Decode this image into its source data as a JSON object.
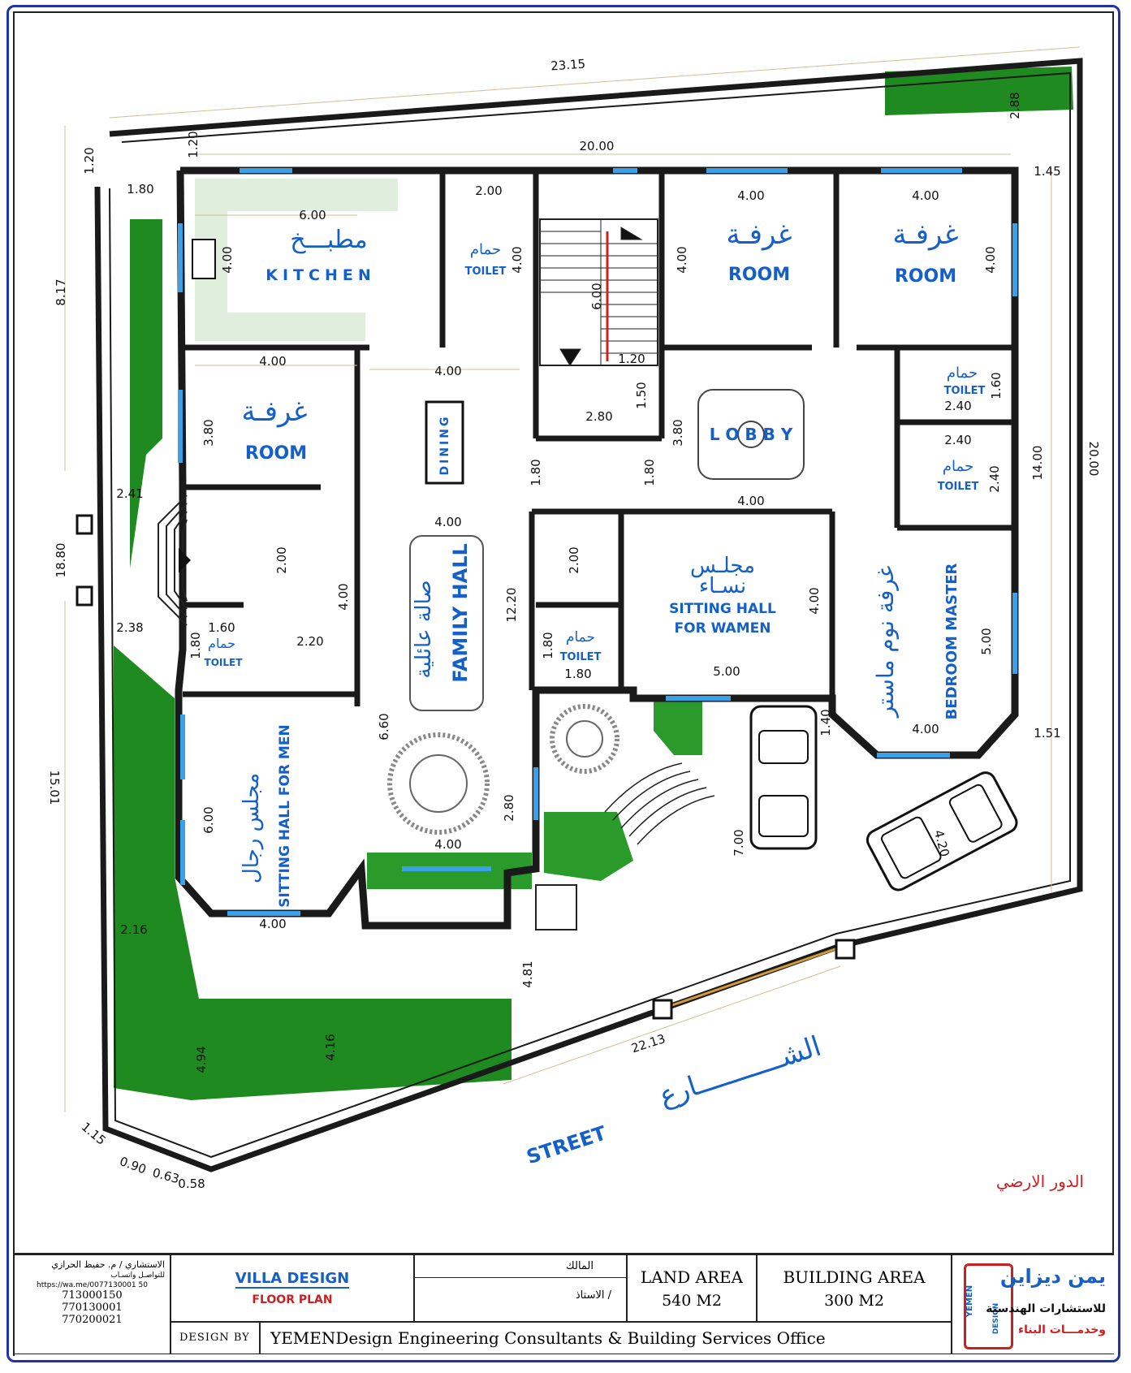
{
  "rooms": {
    "kitchen": {
      "ar": "مطبـــخ",
      "en": "KITCHEN"
    },
    "toilet_top": {
      "ar": "حمام",
      "en": "TOILET"
    },
    "room_top_1": {
      "ar": "غرفـة",
      "en": "ROOM"
    },
    "room_top_2": {
      "ar": "غرفـة",
      "en": "ROOM"
    },
    "room_left": {
      "ar": "غرفـة",
      "en": "ROOM"
    },
    "dining": {
      "en": "DINING"
    },
    "lobby": {
      "en": "L O B B Y"
    },
    "toilet_lobby_1": {
      "ar": "حمام",
      "en": "TOILET"
    },
    "toilet_lobby_2": {
      "ar": "حمام",
      "en": "TOILET"
    },
    "family_hall": {
      "ar": "صالة عائلية",
      "en": "FAMILY HALL"
    },
    "sitting_women": {
      "ar1": "مجلـس",
      "ar2": "نسـاء",
      "en1": "SITTING HALL",
      "en2": "FOR WAMEN"
    },
    "toilet_women": {
      "ar": "حمام",
      "en": "TOILET"
    },
    "bedroom_master": {
      "ar": "غرفة نوم ماستر",
      "en": "BEDROOM MASTER"
    },
    "toilet_men": {
      "ar": "حمام",
      "en": "TOILET"
    },
    "sitting_men": {
      "ar": "مجلس رجال",
      "en": "SITTING HALL FOR MEN"
    }
  },
  "street": {
    "ar": "الشـــــــــــارع",
    "en": "STREET"
  },
  "floor_label": "الدور الارضي",
  "dimensions": {
    "top_width": "23.15",
    "inner_width": "20.00",
    "right_gap": "2.88",
    "top_left_gap": "1.20",
    "left_gap_1": "1.20",
    "left_gap_2": "1.80",
    "kitchen_w": "6.00",
    "kitchen_h": "4.00",
    "toilet_top_w": "2.00",
    "toilet_top_h": "4.00",
    "stair_h": "6.00",
    "stair_w_small": "1.20",
    "stair_h_small": "1.50",
    "stair_w": "2.80",
    "room1_w": "4.00",
    "room1_h": "4.00",
    "room2_w": "4.00",
    "room2_h": "4.00",
    "right_margin": "1.45",
    "left_total": "8.17",
    "room_left_w": "4.00",
    "room_left_h": "3.80",
    "dining_w": "4.00",
    "corridor_1": "1.80",
    "corridor_2": "1.80",
    "lobby_h": "3.80",
    "lobby_w": "4.00",
    "toilet_l1_w": "2.40",
    "toilet_l1_h": "1.60",
    "toilet_l2_w": "2.40",
    "toilet_l2_h": "2.40",
    "side_total": "14.00",
    "right_total": "20.00",
    "entry_w": "2.41",
    "left_mid": "18.80",
    "entry_w2": "2.38",
    "foyer_w": "2.00",
    "foyer_h": "4.00",
    "toilet_men_w": "1.60",
    "toilet_men_h": "1.80",
    "toilet_men_w2": "2.20",
    "family_w": "4.00",
    "family_h": "12.20",
    "toilet_wm_h": "2.00",
    "toilet_wm_h2": "1.80",
    "toilet_wm_w": "1.80",
    "women_w": "5.00",
    "women_h": "4.00",
    "bed_h": "5.00",
    "bed_w": "4.00",
    "bed_gap": "1.40",
    "right_out": "1.51",
    "men_h": "6.00",
    "men_w": "4.00",
    "family_h2": "6.60",
    "porch_h": "2.80",
    "porch_w": "4.00",
    "left_low": "15.01",
    "left_side": "2.16",
    "car_dim": "7.00",
    "car2": "4.20",
    "down_1": "4.81",
    "down_2": "4.16",
    "down_3": "4.94",
    "street_w": "22.13",
    "b1": "1.15",
    "b2": "0.90",
    "b3": "0.63",
    "b4": "0.58"
  },
  "title_block": {
    "consultant": "الاستشاري / م. حفيظ الحرازي",
    "contact_label": "للتواصـل واتسـاب",
    "link": "https://wa.me/0077130001 50",
    "phones": [
      "713000150",
      "770130001",
      "770200021"
    ],
    "project": "VILLA DESIGN",
    "sheet": "FLOOR PLAN",
    "owner_label": "المالك",
    "owner_value": "الاستاذ /",
    "land_label": "LAND AREA",
    "land_value": "540 M2",
    "building_label": "BUILDING AREA",
    "building_value": "300 M2",
    "design_by": "DESIGN BY",
    "office": "YEMENDesign Engineering Consultants & Building Services Office",
    "logo_ar": "يمن ديزاين",
    "logo_ar_sub1": "للاستشارات الهندسية",
    "logo_ar_sub2": "وخدمـــات البناء",
    "logo_en_1": "YEMEN",
    "logo_en_2": "DESIGN"
  },
  "colors": {
    "wall": "#1a1a1a",
    "garden": "#1f8a1f",
    "label": "#1560c8",
    "window": "#3aa0e8",
    "dim_line": "#d0c098"
  }
}
